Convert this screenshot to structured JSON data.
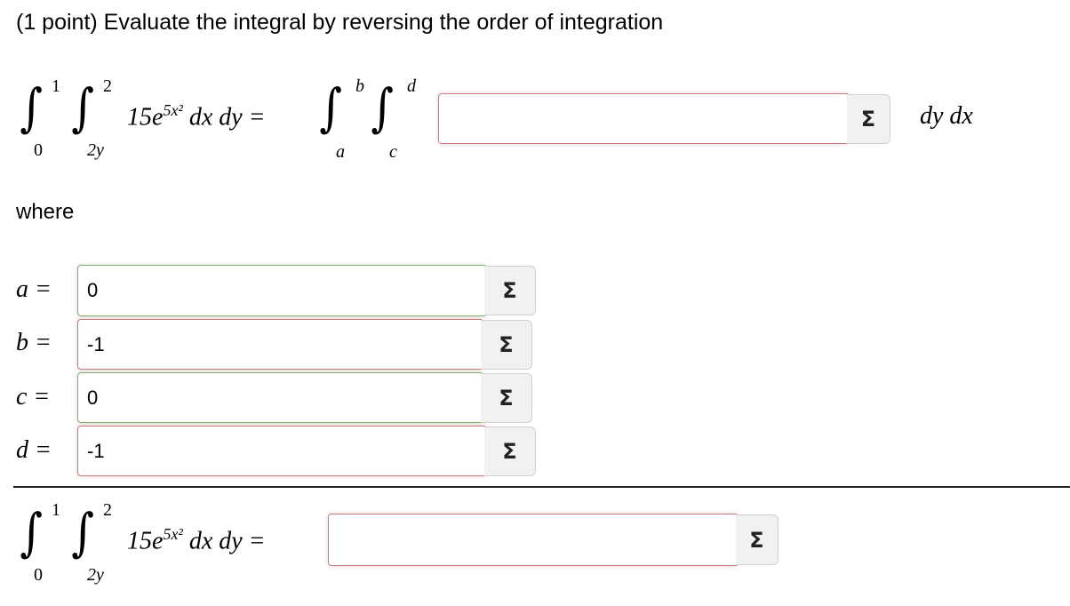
{
  "problem": {
    "title": "(1 point) Evaluate the integral by reversing the order of integration",
    "where": "where"
  },
  "integral": {
    "outer_upper": "1",
    "outer_lower": "0",
    "inner_upper": "2",
    "inner_lower": "2y",
    "coef": "15e",
    "exponent": "5x²",
    "differentials": "dx dy =",
    "rev_outer_upper": "b",
    "rev_outer_lower": "a",
    "rev_inner_upper": "d",
    "rev_inner_lower": "c",
    "rev_differentials": "dy dx"
  },
  "answers": {
    "integrand": {
      "value": "",
      "status": "incorrect"
    },
    "a": {
      "label": "a =",
      "value": "0",
      "status": "correct"
    },
    "b": {
      "label": "b =",
      "value": "-1",
      "status": "incorrect"
    },
    "c": {
      "label": "c =",
      "value": "0",
      "status": "correct"
    },
    "d": {
      "label": "d =",
      "value": "-1",
      "status": "incorrect"
    },
    "result": {
      "value": "",
      "status": "incorrect"
    }
  },
  "equation_editor_symbol": "Σ",
  "icons": {
    "equation_editor": "sigma-icon"
  },
  "colors": {
    "correct": "#7fae72",
    "incorrect": "#c9787a"
  }
}
